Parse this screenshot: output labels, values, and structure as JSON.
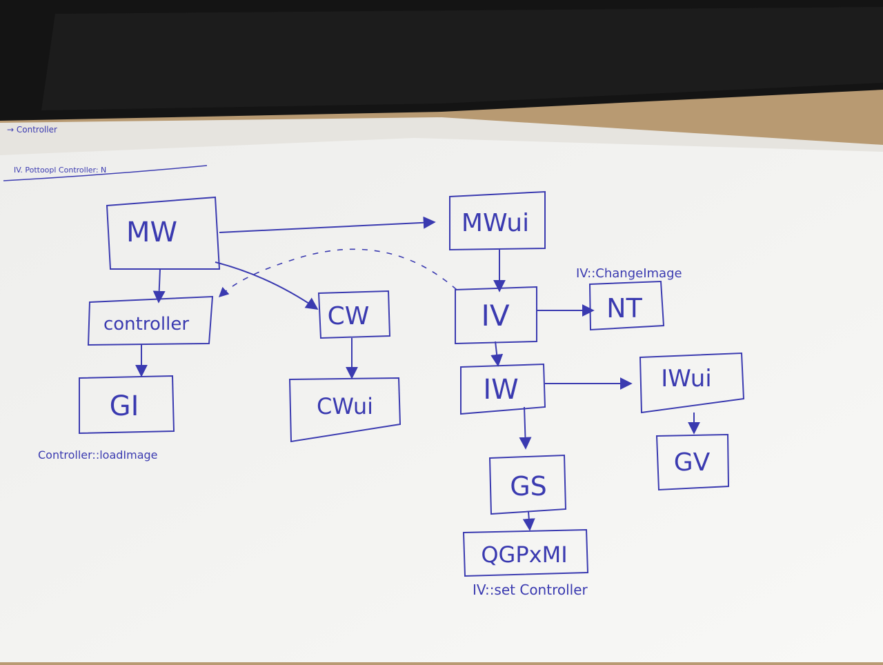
{
  "header_scribbles": {
    "top_line": "→ Controller",
    "second_line": "IV. Pottoopl Controller: N"
  },
  "nodes": [
    {
      "id": "mw",
      "label": "MW"
    },
    {
      "id": "mwui",
      "label": "MWui"
    },
    {
      "id": "controller",
      "label": "controller"
    },
    {
      "id": "cw",
      "label": "CW"
    },
    {
      "id": "iv",
      "label": "IV"
    },
    {
      "id": "nt",
      "label": "NT"
    },
    {
      "id": "gi",
      "label": "GI"
    },
    {
      "id": "cwui",
      "label": "CWui"
    },
    {
      "id": "iw",
      "label": "IW"
    },
    {
      "id": "iwui",
      "label": "IWui"
    },
    {
      "id": "gs",
      "label": "GS"
    },
    {
      "id": "gv",
      "label": "GV"
    },
    {
      "id": "qgpxmi",
      "label": "QGPxMI"
    }
  ],
  "annotations": {
    "iv_change_image": "IV::ChangeImage",
    "controller_load_image": "Controller::loadImage",
    "iv_set_controller": "IV::set Controller"
  },
  "edges": [
    {
      "from": "mw",
      "to": "mwui"
    },
    {
      "from": "mw",
      "to": "controller"
    },
    {
      "from": "mw",
      "to": "cw"
    },
    {
      "from": "controller",
      "to": "gi"
    },
    {
      "from": "cw",
      "to": "cwui"
    },
    {
      "from": "mwui",
      "to": "iv"
    },
    {
      "from": "iv",
      "to": "nt"
    },
    {
      "from": "iv",
      "to": "iw"
    },
    {
      "from": "iw",
      "to": "iwui"
    },
    {
      "from": "iw",
      "to": "gs"
    },
    {
      "from": "iwui",
      "to": "gv"
    },
    {
      "from": "gs",
      "to": "qgpxmi"
    },
    {
      "from": "iv",
      "to": "controller",
      "style": "dashed"
    }
  ],
  "colors": {
    "ink": "#3a3ab0",
    "paper": "#f4f4f2",
    "monitor": "#141414",
    "desk": "#b89a72"
  }
}
